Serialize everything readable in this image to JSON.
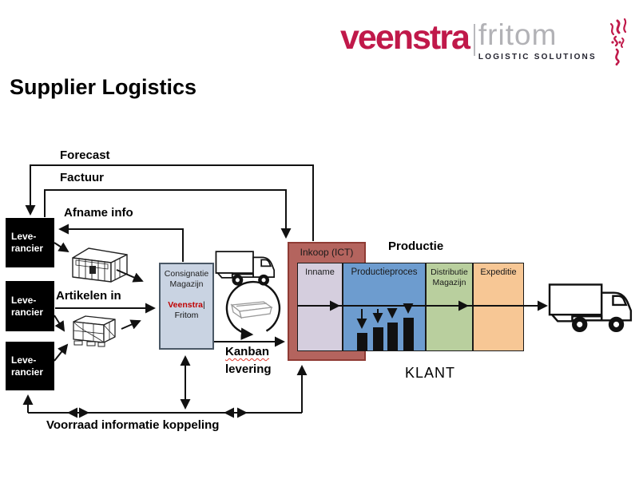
{
  "logo": {
    "brand1": "veenstra",
    "brand2": "fritom",
    "tagline": "LOGISTIC SOLUTIONS"
  },
  "title": "Supplier Logistics",
  "flows": {
    "forecast": "Forecast",
    "factuur": "Factuur",
    "afname_info": "Afname info",
    "artikelen_in": "Artikelen in",
    "kanban": "Kanban",
    "levering": "levering",
    "voorraad": "Voorraad informatie koppeling"
  },
  "suppliers": [
    {
      "line1": "Leve-",
      "line2": "rancier"
    },
    {
      "line1": "Leve-",
      "line2": "rancier"
    },
    {
      "line1": "Leve-",
      "line2": "rancier"
    }
  ],
  "consignatie": {
    "line1": "Consignatie",
    "line2": "Magazijn",
    "brand": "Veenstra",
    "separator": "|",
    "brand2": "Fritom"
  },
  "production": {
    "inkoop_label": "Inkoop (ICT)",
    "productie_label": "Productie",
    "klant_label": "KLANT",
    "stages": [
      {
        "label": "Inname"
      },
      {
        "label": "Productieproces"
      },
      {
        "label": "Distributie",
        "label2": "Magazijn"
      },
      {
        "label": "Expeditie"
      }
    ]
  },
  "colors": {
    "brand_red": "#c0194a",
    "brand_gray": "#b2b2b6",
    "inkoop_fill": "#b4645e",
    "inkoop_border": "#8f3b34",
    "inname_fill": "#d5cede",
    "productieproces_fill": "#6d9ccf",
    "distributie_fill": "#b9cf9e",
    "expeditie_fill": "#f7c795",
    "consignatie_fill": "#c9d3e2",
    "veenstra_in_box": "#c00000",
    "arrow": "#111111"
  }
}
